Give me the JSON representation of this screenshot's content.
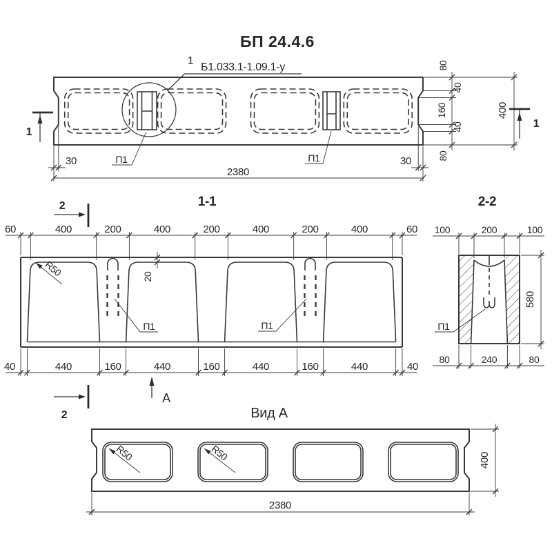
{
  "header": {
    "title": "БП 24.4.6",
    "callout_number": "1",
    "callout_series": "Б1.033.1-1.09.1-у"
  },
  "plan": {
    "marker_left": "1",
    "marker_right": "1",
    "dim_offset_left": "30",
    "dim_offset_right": "30",
    "dim_length": "2380",
    "anchor_1": "П1",
    "anchor_2": "П1",
    "edge_dims": [
      "80",
      "40",
      "160",
      "40",
      "80"
    ],
    "dim_width": "400"
  },
  "section11": {
    "title": "1-1",
    "cut_top": "2",
    "cut_bottom": "2",
    "view_label": "А",
    "top_dims": [
      "60",
      "400",
      "200",
      "400",
      "200",
      "400",
      "200",
      "400",
      "60"
    ],
    "bottom_dims": [
      "40",
      "440",
      "160",
      "440",
      "160",
      "440",
      "160",
      "440",
      "40"
    ],
    "dim_flange": "20",
    "radius": "R50",
    "anchor_1": "П1",
    "anchor_2": "П1"
  },
  "section22": {
    "title": "2-2",
    "top_dims": [
      "100",
      "200",
      "100"
    ],
    "bottom_dims": [
      "80",
      "240",
      "80"
    ],
    "dim_height": "580",
    "anchor": "П1"
  },
  "viewA": {
    "title": "Вид А",
    "radius_1": "R50",
    "radius_2": "R50",
    "dim_length": "2380",
    "dim_height": "400"
  }
}
